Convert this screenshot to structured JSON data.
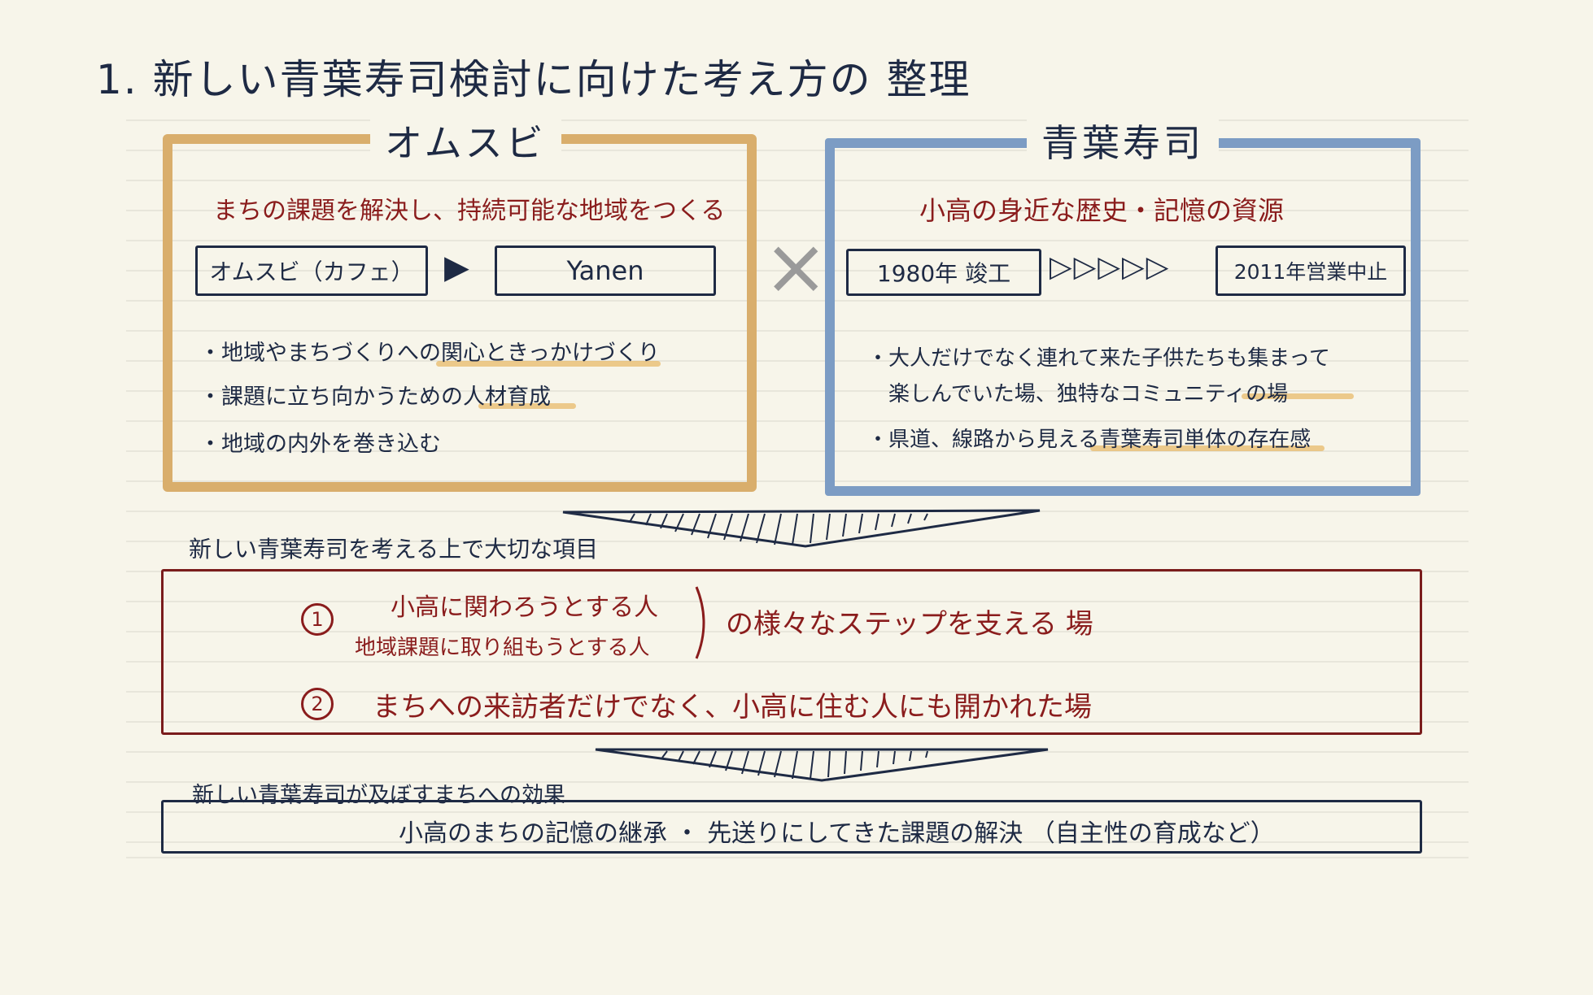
{
  "page_title": "1. 新しい青葉寿司検討に向けた考え方の 整理",
  "left_panel": {
    "title": "オムスビ",
    "subtitle": "まちの課題を解決し、持続可能な地域をつくる",
    "box_left": "オムスビ（カフェ）",
    "arrow": "▶",
    "box_right": "Yanen",
    "bullets": [
      "・地域やまちづくりへの関心ときっかけづくり",
      "・課題に立ち向かうための人材育成",
      "・地域の内外を巻き込む"
    ]
  },
  "connector": "×",
  "right_panel": {
    "title": "青葉寿司",
    "subtitle": "小高の身近な歴史・記憶の資源",
    "box_left": "1980年 竣工",
    "arrows": "▷▷▷▷▷",
    "box_right": "2011年営業中止",
    "bullets": [
      "・大人だけでなく連れて来た子供たちも集まって",
      "楽しんでいた場、独特なコミュニティの場",
      "・県道、線路から見える青葉寿司単体の存在感"
    ]
  },
  "section_important": {
    "heading": "新しい青葉寿司を考える上で大切な項目",
    "item1_num": "1",
    "item1_line1": "小高に関わろうとする人",
    "item1_line2": "地域課題に取り組もうとする人",
    "item1_suffix": "の様々なステップを支える 場",
    "item2_num": "2",
    "item2_text": "まちへの来訪者だけでなく、小高に住む人にも開かれた場"
  },
  "section_effect": {
    "heading": "新しい青葉寿司が及ぼすまちへの効果",
    "text": "小高のまちの記憶の継承 ・ 先送りにしてきた課題の解決 （自主性の育成など）"
  },
  "colors": {
    "background": "#f7f5ea",
    "orange_frame": "#d9ae6c",
    "blue_frame": "#7c9cc4",
    "ink": "#1e2a44",
    "red_ink": "#8a1c1c",
    "highlight": "#e8b96a"
  }
}
